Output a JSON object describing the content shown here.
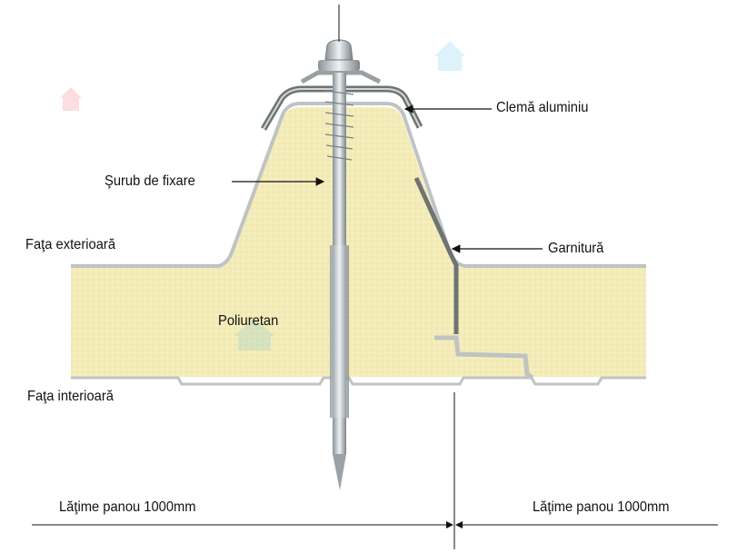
{
  "labels": {
    "clamp": "Clemă aluminiu",
    "screw": "Şurub de fixare",
    "exterior_face": "Faţa exterioară",
    "gasket": "Garnitură",
    "core": "Poliuretan",
    "interior_face": "Faţa interioară",
    "width_left": "Lăţime panou 1000mm",
    "width_right": "Lăţime panou 1000mm"
  },
  "colors": {
    "foam": "#f4ecb8",
    "sheet": "#c8cccc",
    "gasket": "#6e7472",
    "line": "#111111"
  }
}
